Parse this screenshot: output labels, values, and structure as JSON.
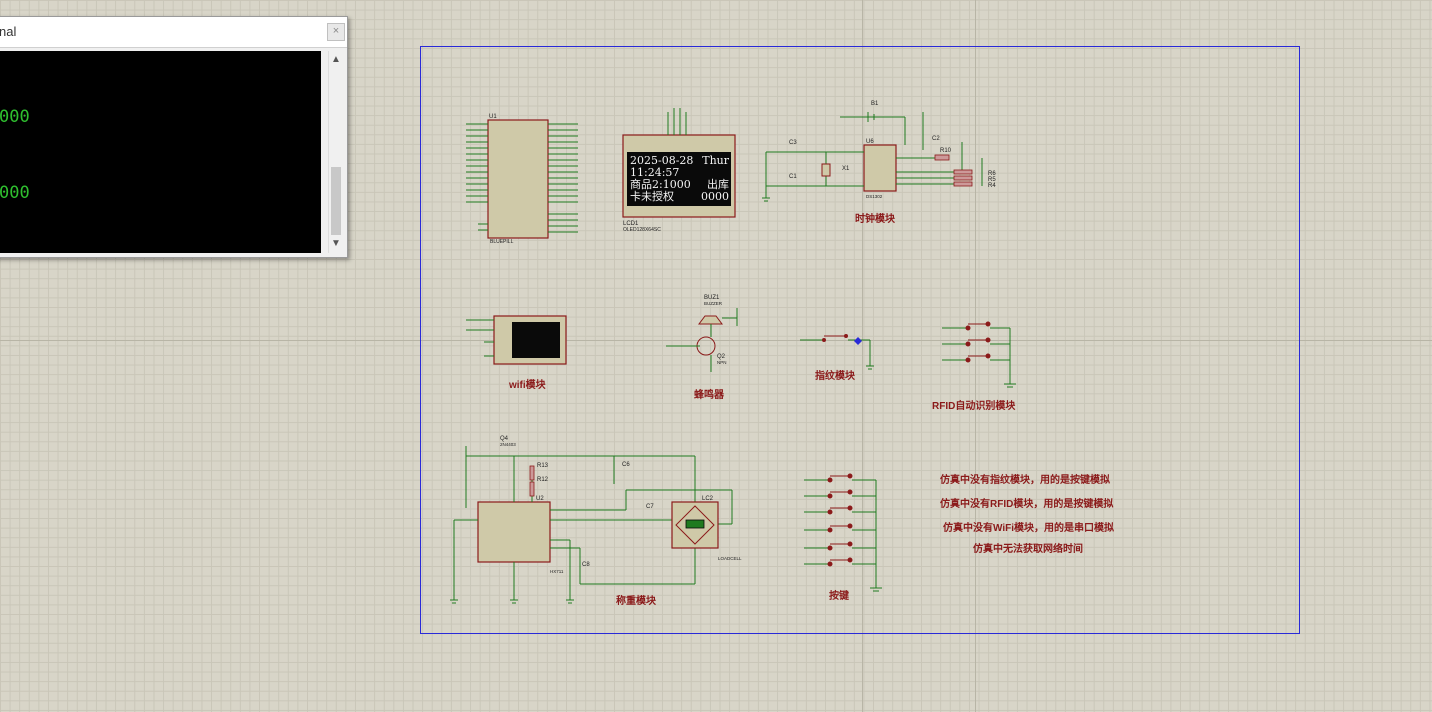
{
  "terminal": {
    "title": "nal",
    "close_glyph": "×",
    "lines": [
      "000",
      "000"
    ],
    "scroll_up": "▲",
    "scroll_down": "▼"
  },
  "oled": {
    "line1_left": "2025-08-28",
    "line1_right": "Thur",
    "line2_left": "11:24:57",
    "line3_left": "商品2:1000",
    "line3_right": "出库",
    "line4_left": "卡未授权",
    "line4_right": "0000",
    "ref": "LCD1",
    "part": "OLED128X64SC"
  },
  "components": {
    "mcu_ref": "U1",
    "mcu_part": "BLUEPILL",
    "rtc_ref": "U6",
    "rtc_part": "DS1302",
    "battery": "B1",
    "crystal": "X1",
    "buzzer_ref": "BUZ1",
    "buzzer_part": "BUZZER",
    "transistor_q2": "Q2",
    "transistor_q2_part": "NPN",
    "transistor_q4": "Q4",
    "transistor_q4_part": "2N4403",
    "hx711": "U2",
    "hx711_part": "HX711",
    "loadcell_ref": "LC2",
    "loadcell_part": "LOADCELL",
    "r13": "R13",
    "r12": "R12",
    "c6": "C6",
    "c7": "C7",
    "c8": "C8",
    "c1": "C1",
    "c2": "C2",
    "c3": "C3",
    "r10": "R10",
    "r6": "R6",
    "r5": "R5",
    "r4": "R4"
  },
  "captions": {
    "clock": "时钟模块",
    "wifi": "wifi模块",
    "buzzer": "蜂鸣器",
    "fingerprint": "指纹模块",
    "rfid": "RFID自动识别模块",
    "weigh": "称重模块",
    "keys": "按键"
  },
  "notes": [
    "仿真中没有指纹模块，用的是按键模拟",
    "仿真中没有RFID模块，用的是按键模拟",
    "仿真中没有WiFi模块，用的是串口模拟",
    "仿真中无法获取网络时间"
  ],
  "colors": {
    "wire": "#1f7a1f",
    "component_outline": "#8b1a1a",
    "frame": "#2a2ad8",
    "terminal_text": "#2fbf2f"
  }
}
